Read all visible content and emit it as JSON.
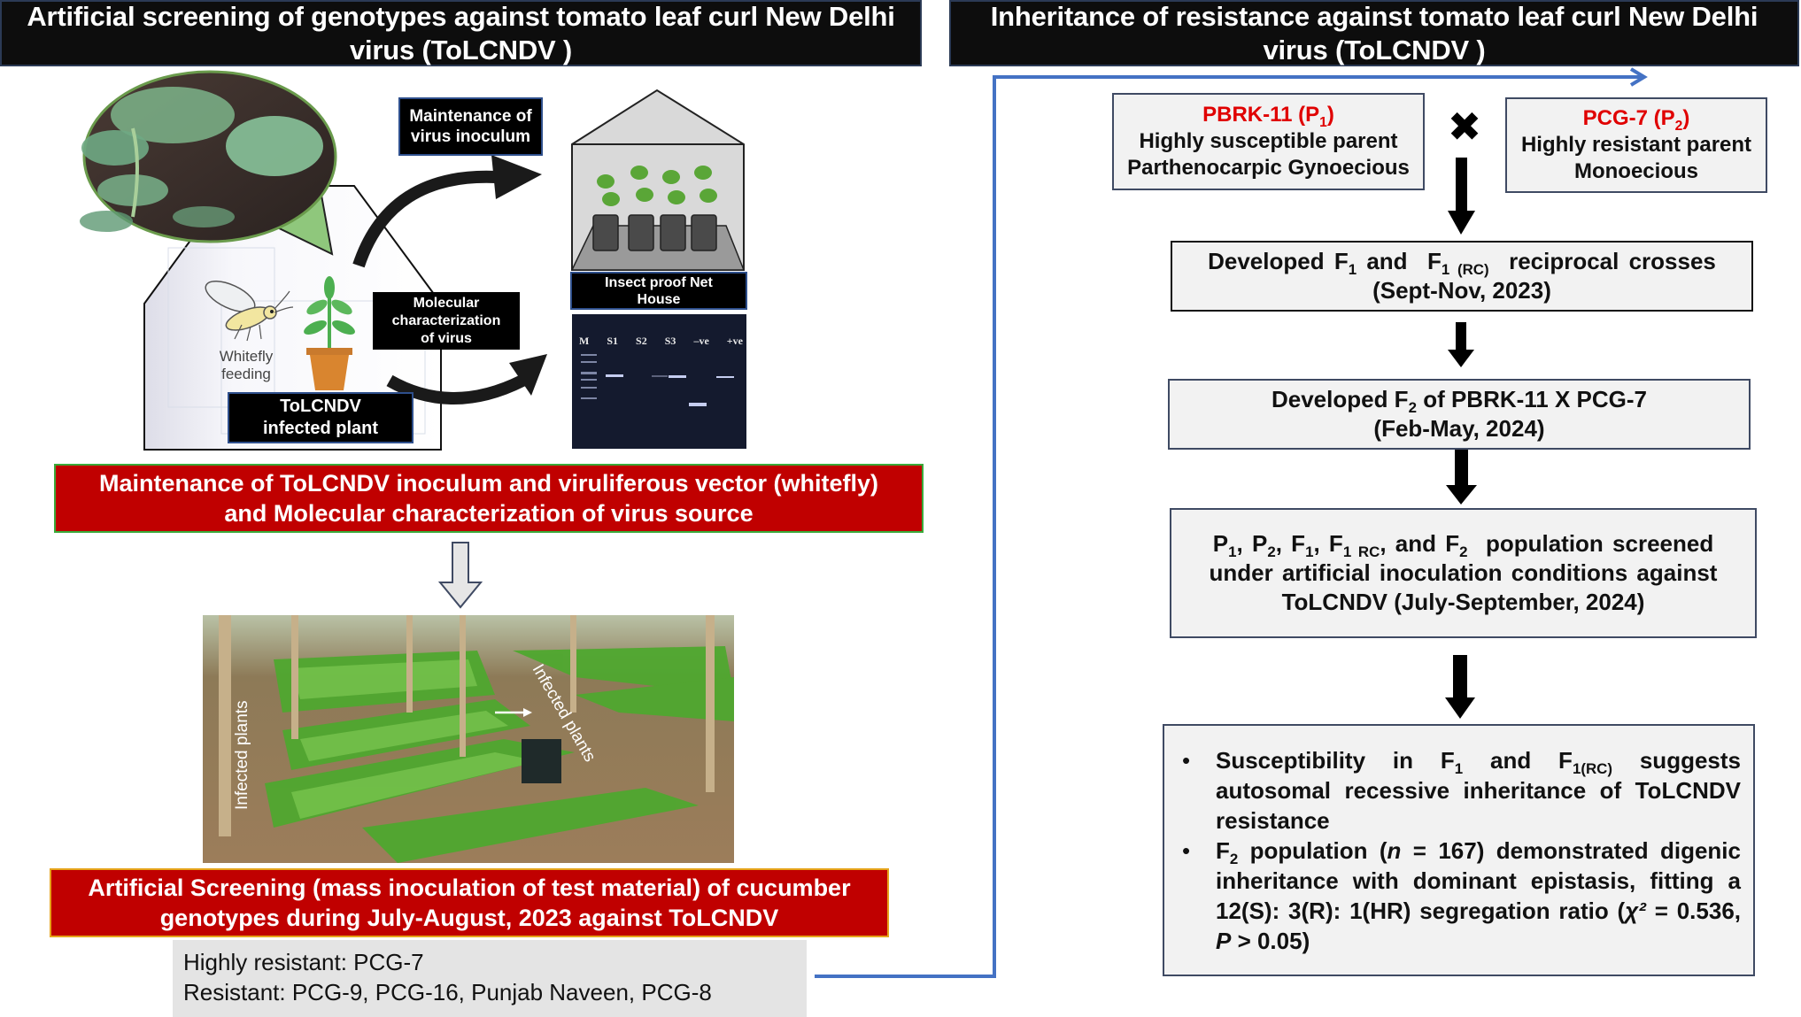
{
  "left_panel": {
    "header_line1": "Artificial screening of genotypes against tomato leaf curl New Delhi",
    "header_line2": "virus (ToLCNDV )",
    "labels": {
      "maintenance_line1": "Maintenance of",
      "maintenance_line2": "virus inoculum",
      "net_house_line1": "Insect proof Net",
      "net_house_line2": "House",
      "molecular_line1": "Molecular",
      "molecular_line2": "characterization",
      "molecular_line3": "of virus",
      "infected_line1": "ToLCNDV",
      "infected_line2": "infected plant",
      "whitefly_line1": "Whitefly",
      "whitefly_line2": "feeding"
    },
    "gel_lanes": [
      "M",
      "S1",
      "S2",
      "S3",
      "–ve",
      "+ve"
    ],
    "banner1_line1": "Maintenance of ToLCNDV inoculum and viruliferous vector (whitefly)",
    "banner1_line2": "and Molecular characterization of virus source",
    "photo_annotations": [
      "Infected plants",
      "Infected plants"
    ],
    "banner2_line1": "Artificial Screening (mass inoculation of test material) of cucumber",
    "banner2_line2": "genotypes during July-August, 2023 against ToLCNDV",
    "results": {
      "highly_resistant": "Highly resistant: PCG-7",
      "resistant": "Resistant: PCG-9, PCG-16, Punjab Naveen, PCG-8"
    }
  },
  "right_panel": {
    "header_line1": "Inheritance of resistance against tomato leaf curl New Delhi",
    "header_line2": "virus (ToLCNDV )",
    "parent1": {
      "name": "PBRK-11 (P",
      "sub": "1",
      "close": ")",
      "line2": "Highly susceptible parent",
      "line3": "Parthenocarpic Gynoecious"
    },
    "cross_symbol": "✖",
    "parent2": {
      "name": "PCG-7 (P",
      "sub": "2",
      "close": ")",
      "line2": "Highly resistant parent",
      "line3": "Monoecious"
    },
    "step1": {
      "a": "Developed F",
      "a_sub": "1",
      "b": " and  F",
      "b_sub": "1 (RC)",
      "c": "  reciprocal crosses",
      "line2": "(Sept-Nov, 2023)"
    },
    "step2": {
      "a": "Developed F",
      "a_sub": "2",
      "b": " of PBRK-11 X PCG-7",
      "line2": "(Feb-May, 2024)"
    },
    "step3": {
      "p1": "P",
      "p1_sub": "1",
      "p2": ", P",
      "p2_sub": "2",
      "f1": ", F",
      "f1_sub": "1",
      "f1rc": ", F",
      "f1rc_sub": "1 RC",
      "f2": ", and F",
      "f2_sub": "2",
      "rest": "  population screened",
      "line2": "under artificial inoculation conditions against",
      "line3": "ToLCNDV (July-September, 2024)"
    },
    "conclusion": {
      "bullet": "•",
      "b1_a": "Susceptibility in F",
      "b1_a_sub": "1",
      "b1_b": " and F",
      "b1_b_sub": "1(RC)",
      "b1_c": " suggests autosomal recessive inheritance of ToLCNDV resistance",
      "b2_a": "F",
      "b2_a_sub": "2",
      "b2_b": " population (",
      "b2_n": "n",
      "b2_c": " = 167) demonstrated digenic inheritance with dominant epistasis, fitting a 12(S): 3(R): 1(HR) segregation ratio (",
      "b2_chi": "χ²",
      "b2_d": " = 0.536, ",
      "b2_p": "P",
      "b2_e": " > 0.05)"
    }
  },
  "colors": {
    "header_bg": "#0d0d0d",
    "banner_red": "#c00000",
    "parent_name_red": "#e00000",
    "connector_blue": "#4472c4",
    "box_fill": "#f2f2f2"
  }
}
